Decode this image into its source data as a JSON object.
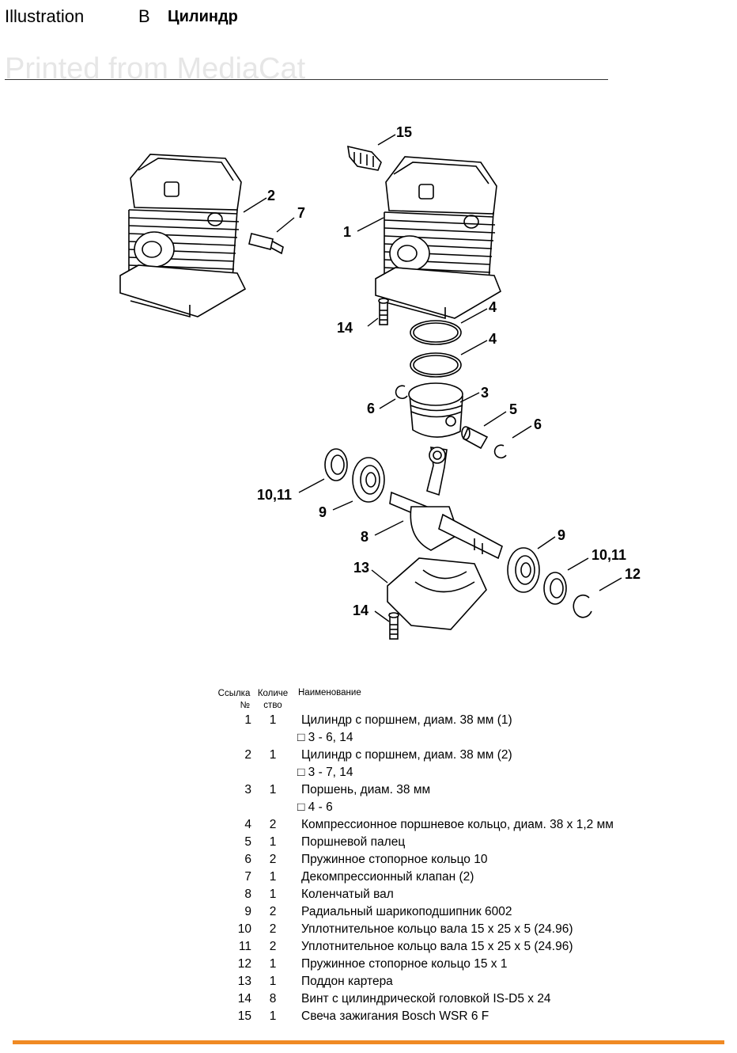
{
  "header": {
    "title": "Illustration",
    "letter": "B",
    "name": "Цилиндр",
    "watermark": "Printed from MediaCat"
  },
  "callouts": {
    "c15": "15",
    "c2": "2",
    "c7": "7",
    "c1": "1",
    "c4a": "4",
    "c4b": "4",
    "c14a": "14",
    "c3": "3",
    "c6a": "6",
    "c5": "5",
    "c6b": "6",
    "c1011a": "10,11",
    "c9a": "9",
    "c8": "8",
    "c9b": "9",
    "c1011b": "10,11",
    "c12": "12",
    "c13": "13",
    "c14b": "14"
  },
  "table": {
    "col_ref": [
      "Ссылка",
      "№"
    ],
    "col_qty": [
      "Количе",
      "ство"
    ],
    "col_name": "Наименование",
    "rows": [
      {
        "ref": "1",
        "qty": "1",
        "desc": "Цилиндр с поршнем, диам. 38 мм (1)"
      },
      {
        "ref": "",
        "qty": "",
        "desc": "□ 3 - 6, 14"
      },
      {
        "ref": "2",
        "qty": "1",
        "desc": "Цилиндр с поршнем, диам. 38 мм (2)"
      },
      {
        "ref": "",
        "qty": "",
        "desc": "□ 3 - 7, 14"
      },
      {
        "ref": "3",
        "qty": "1",
        "desc": "Поршень, диам. 38 мм"
      },
      {
        "ref": "",
        "qty": "",
        "desc": "□ 4 - 6"
      },
      {
        "ref": "4",
        "qty": "2",
        "desc": "Компрессионное поршневое кольцо, диам. 38 x 1,2 мм"
      },
      {
        "ref": "5",
        "qty": "1",
        "desc": "Поршневой палец"
      },
      {
        "ref": "6",
        "qty": "2",
        "desc": "Пружинное стопорное кольцо 10"
      },
      {
        "ref": "7",
        "qty": "1",
        "desc": "Декомпрессионный клапан (2)"
      },
      {
        "ref": "8",
        "qty": "1",
        "desc": "Коленчатый вал"
      },
      {
        "ref": "9",
        "qty": "2",
        "desc": "Радиальный шарикоподшипник 6002"
      },
      {
        "ref": "10",
        "qty": "2",
        "desc": "Уплотнительное кольцо вала 15 x 25 x 5 (24.96)"
      },
      {
        "ref": "11",
        "qty": "2",
        "desc": "Уплотнительное кольцо вала 15 x 25 x 5 (24.96)"
      },
      {
        "ref": "12",
        "qty": "1",
        "desc": "Пружинное стопорное кольцо 15 x 1"
      },
      {
        "ref": "13",
        "qty": "1",
        "desc": "Поддон картера"
      },
      {
        "ref": "14",
        "qty": "8",
        "desc": "Винт с цилиндрической головкой IS-D5 x 24"
      },
      {
        "ref": "15",
        "qty": "1",
        "desc": "Свеча зажигания Bosch WSR 6 F"
      }
    ]
  },
  "colors": {
    "footer_line": "#f08a24",
    "watermark": "#e6e6e6"
  }
}
